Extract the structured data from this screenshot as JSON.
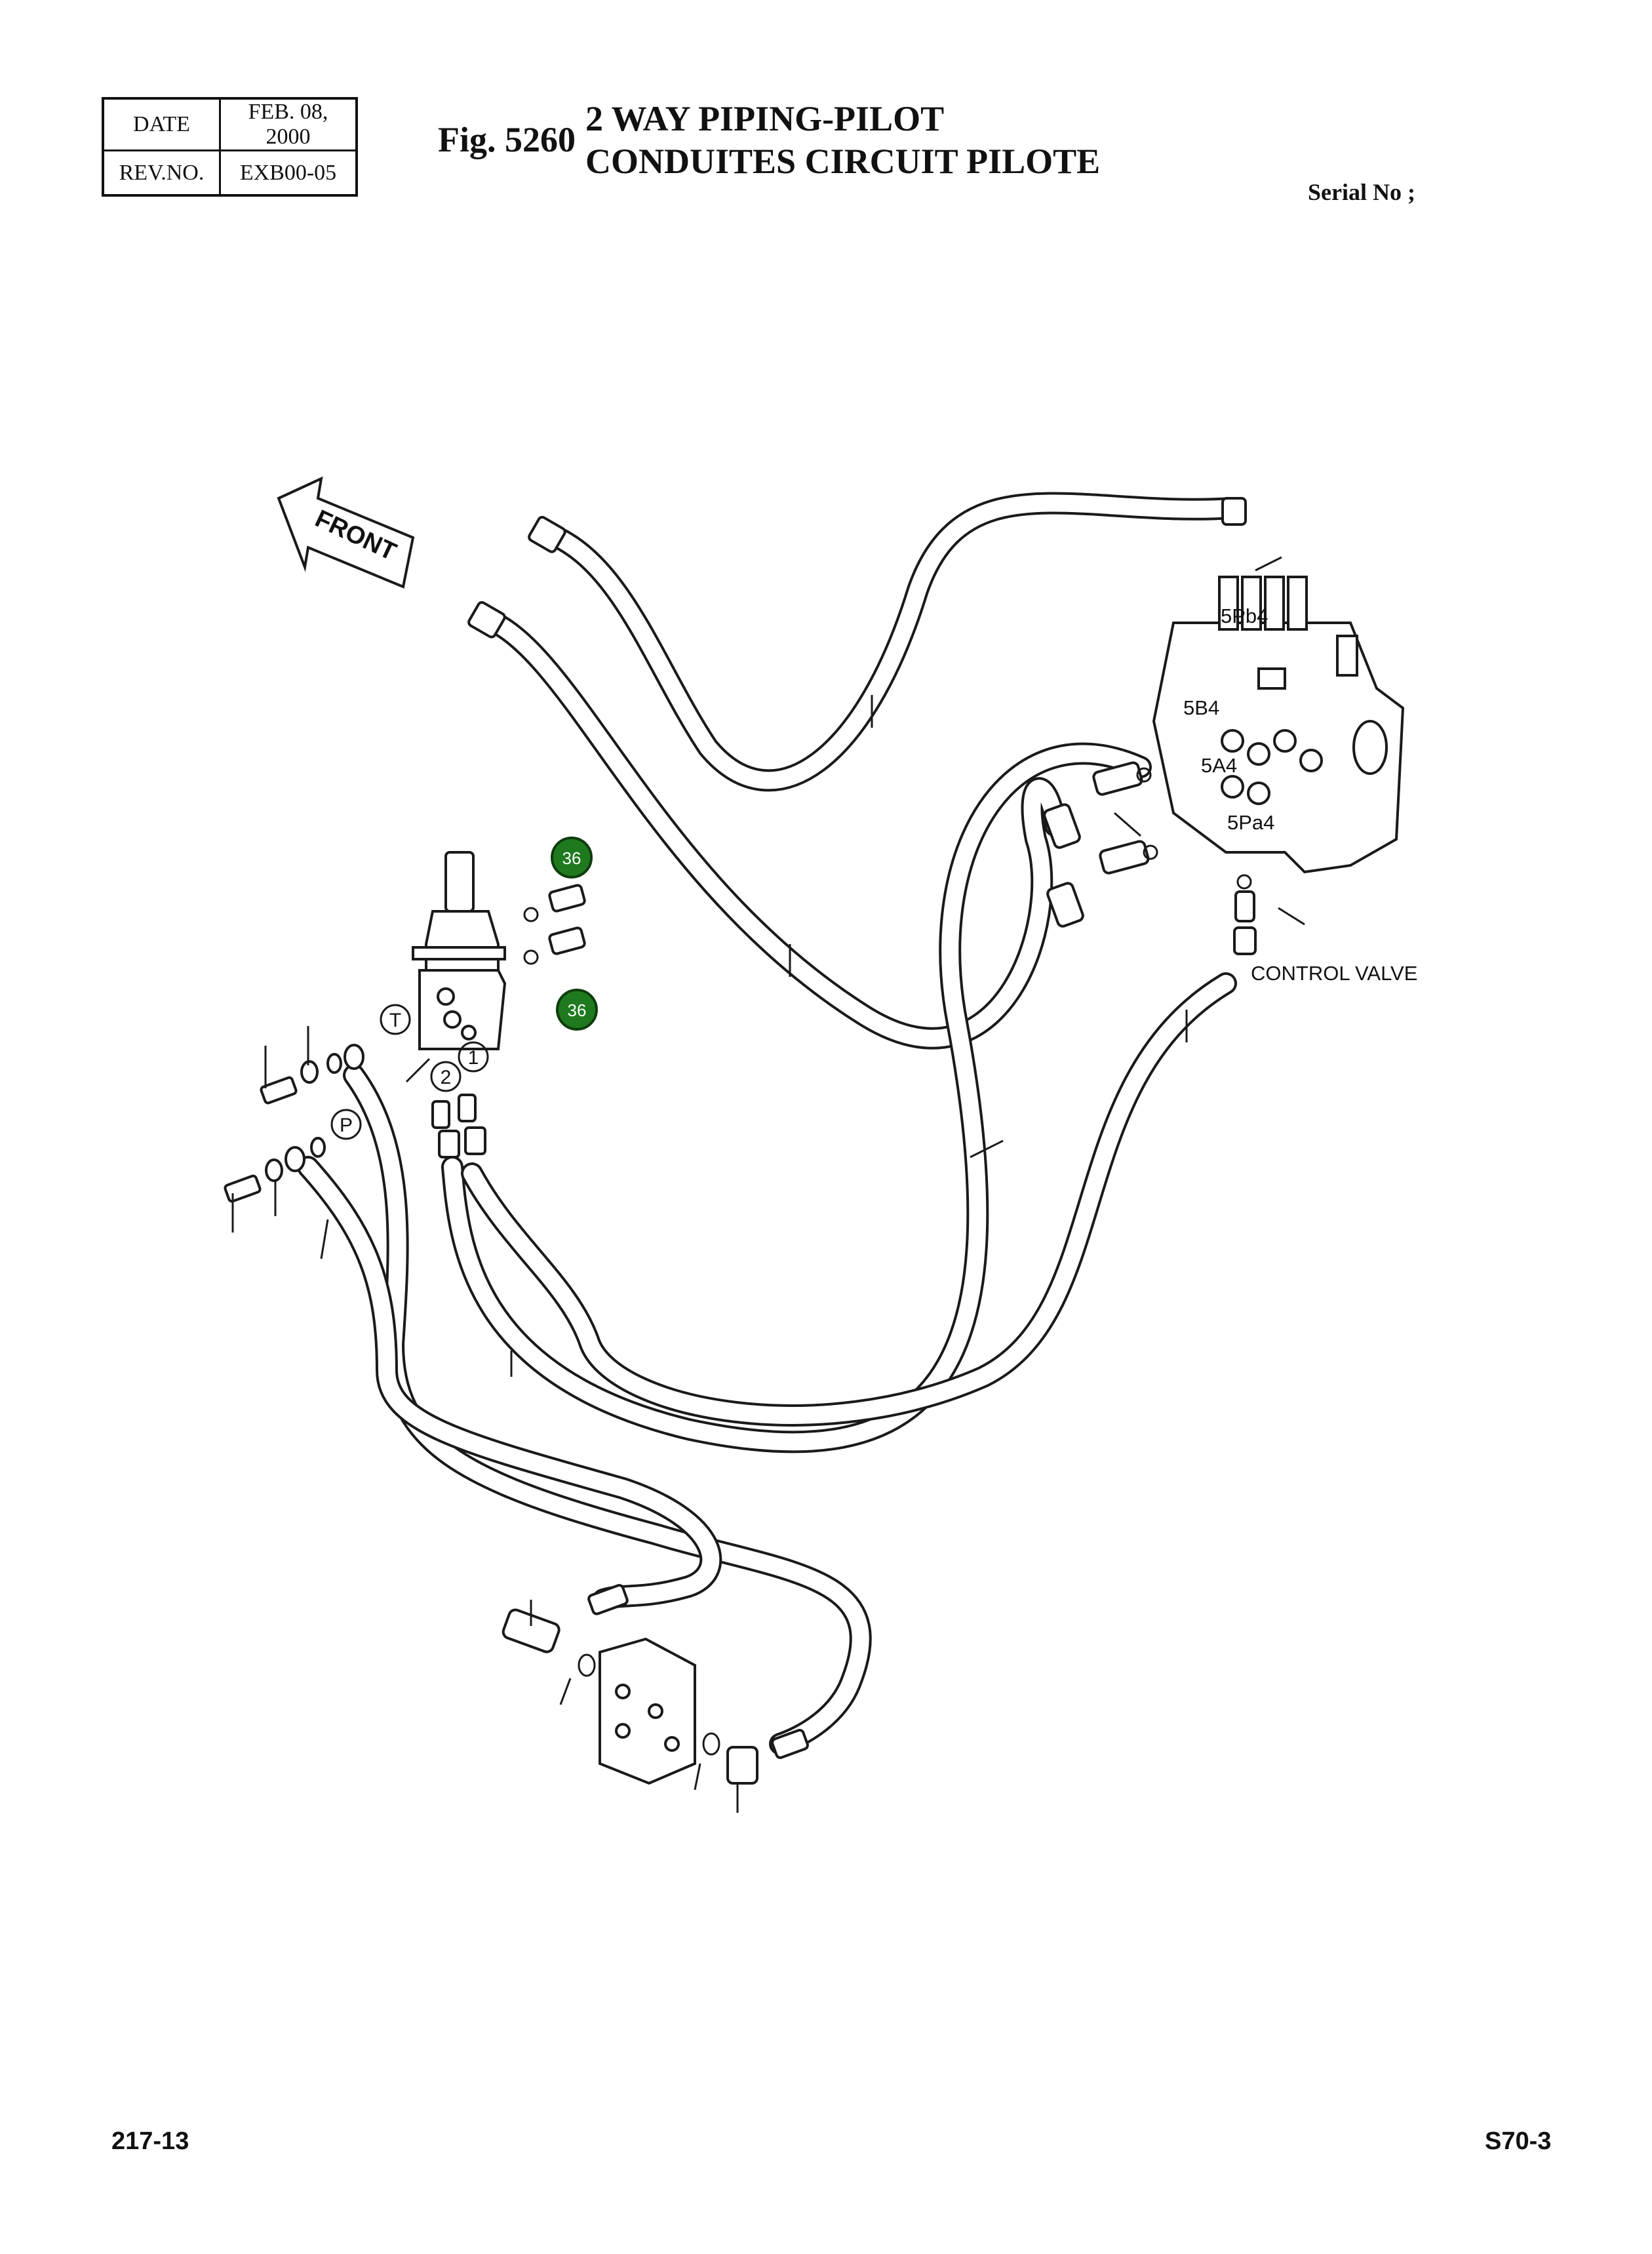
{
  "header": {
    "date_label": "DATE",
    "date_value": "FEB. 08, 2000",
    "rev_label": "REV.NO.",
    "rev_value": "EXB00-05",
    "fig_number": "Fig. 5260",
    "title_line1": "2 WAY PIPING-PILOT",
    "title_line2": "CONDUITES CIRCUIT PILOTE",
    "serial": "Serial No ;"
  },
  "diagram": {
    "front_label": "FRONT",
    "port_labels": [
      "5Pb4",
      "5B4",
      "5A4",
      "5Pa4"
    ],
    "control_valve_label": "CONTROL VALVE",
    "circled_labels": [
      "T",
      "2",
      "1",
      "P"
    ],
    "callouts": [
      "36",
      "36"
    ]
  },
  "footer": {
    "left": "217-13",
    "right": "S70-3"
  }
}
